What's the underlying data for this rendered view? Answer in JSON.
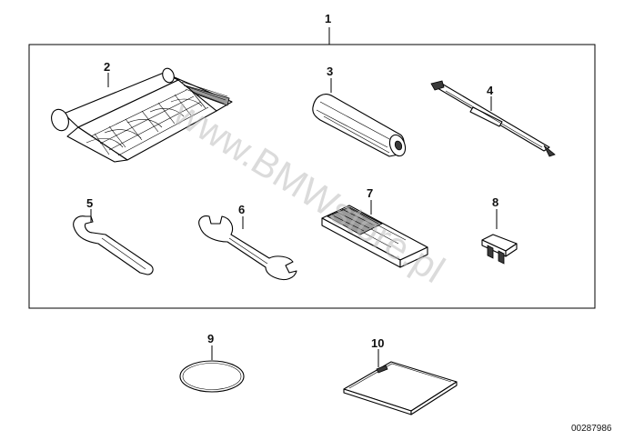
{
  "labels": {
    "group": "1",
    "p2": "2",
    "p3": "3",
    "p4": "4",
    "p5": "5",
    "p6": "6",
    "p7": "7",
    "p8": "8",
    "p9": "9",
    "p10": "10"
  },
  "watermark": "www.BMWstore.pl",
  "diagram_ref": "00287986",
  "icons": {
    "p2": "tool-roll-icon",
    "p3": "screwdriver-handle-icon",
    "p4": "screwdriver-blade-icon",
    "p5": "hook-wrench-icon",
    "p6": "open-end-wrench-icon",
    "p7": "fuse-block-icon",
    "p8": "fuse-puller-icon",
    "p9": "o-ring-icon",
    "p10": "pouch-icon"
  }
}
